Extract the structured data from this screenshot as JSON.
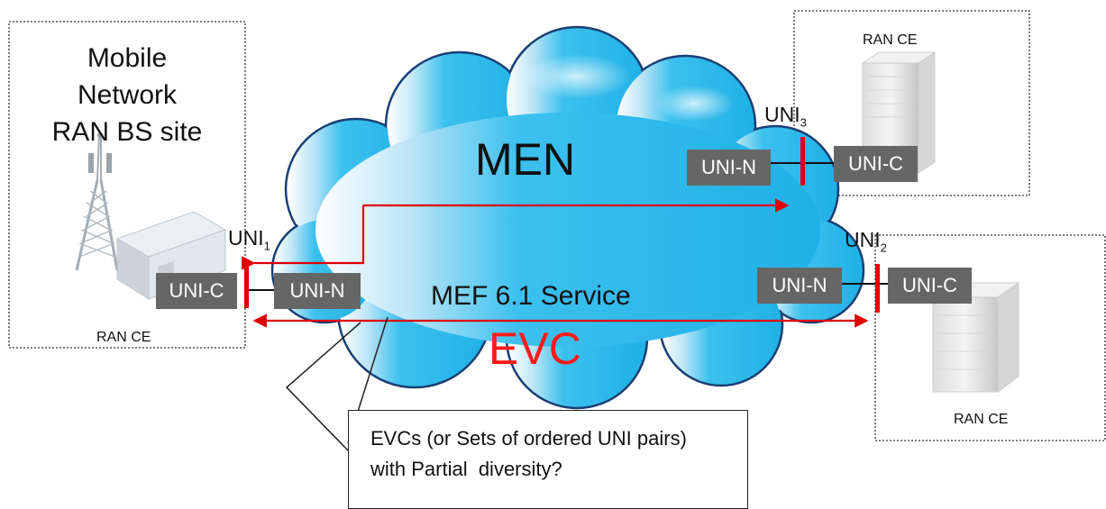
{
  "left_site": {
    "title": "Mobile\nNetwork\nRAN BS site",
    "ce_label": "RAN CE"
  },
  "top_right_site": {
    "ce_label": "RAN CE"
  },
  "bottom_right_site": {
    "ce_label": "RAN CE"
  },
  "cloud": {
    "label": "MEN",
    "service_label": "MEF 6.1 Service",
    "evc_label": "EVC"
  },
  "uni1": {
    "prefix": "UNI",
    "sub": "1"
  },
  "uni2": {
    "prefix": "UNI",
    "sub": "2"
  },
  "uni3": {
    "prefix": "UNI",
    "sub": "3"
  },
  "boxes": {
    "left_uni_c": "UNI-C",
    "left_uni_n": "UNI-N",
    "top_uni_n": "UNI-N",
    "top_uni_c": "UNI-C",
    "right_uni_n": "UNI-N",
    "right_uni_c": "UNI-C"
  },
  "callout": {
    "line1": "EVCs (or Sets of ordered UNI pairs)",
    "line2": "with Partial  diversity?"
  },
  "colors": {
    "cloud_fill": "#29b5e8",
    "cloud_highlight": "#ffffff",
    "evc_red": "#e00000",
    "box_fill": "#666666"
  }
}
